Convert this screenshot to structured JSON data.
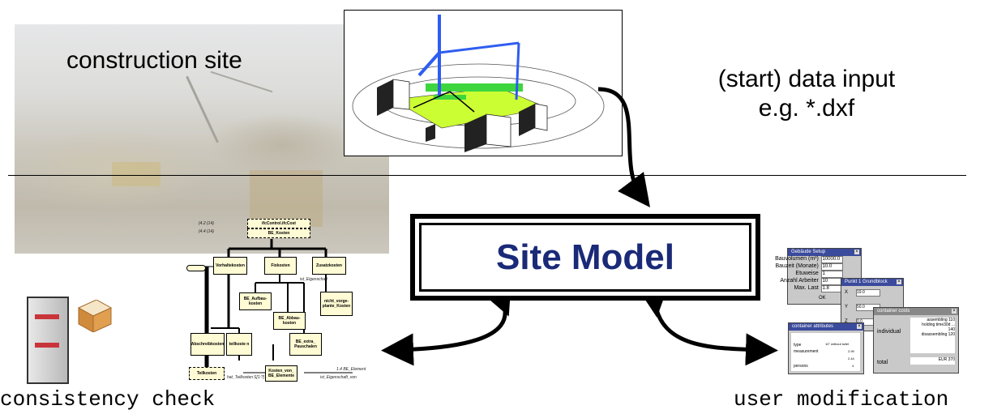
{
  "captions": {
    "construction_site": "construction site",
    "data_input_line1": "(start) data input",
    "data_input_line2": "e.g. *.dxf",
    "site_model": "Site Model",
    "consistency_check": "consistency check",
    "user_modification": "user modification"
  },
  "colors": {
    "site_model_text": "#1a2a78",
    "crane_blue": "#2f5df0",
    "dxf_green": "#3ed63e",
    "dxf_lime": "#ccff33"
  },
  "consistency_diagram": {
    "nodes": {
      "control": "ifcControl.ifcCost",
      "be_kosten": "BE_Kosten",
      "vorhaltekosten": "Vorhaltekosten",
      "fixkosten": "Fixkosten",
      "zusatzkosten": "Zusatzkosten",
      "aufbaukosten": "BE_Aufbau-kosten",
      "abbaukosten": "BE_Abbau-kosten",
      "nicht_vorgeplante": "nicht_vorge-plante_Kosten",
      "abschreibkosten": "Abschreibkosten",
      "teilkosten_small": "teilkoste n",
      "extra_pauschalen": "BE_extra_ Pauschalen",
      "teilkosten": "Teilkosten",
      "kosten_von": "Kosten_von_ BE_Elemente"
    },
    "labels": {
      "ist_eigenschaft": "ist_Eigenschaft",
      "hat_teilkosten": "hat_Teilkosten",
      "s_range": "S[1:?]",
      "be_element": "1.4 BE_Element",
      "ist_eigenschaft_von": "ist_Eigenschaft_von",
      "in1": "(4.2 (14)",
      "in2": "(4.4 (14)"
    }
  },
  "dialogs": {
    "gebaeude": {
      "title": "Gebäude Setup",
      "rows": [
        {
          "label": "Bauvolumen (m³)",
          "value": "10000.0"
        },
        {
          "label": "Bauzeit (Monate)",
          "value": "10.0"
        },
        {
          "label": "Etuweise",
          "value": "1"
        },
        {
          "label": "Anzahl Arbeiter",
          "value": "10"
        },
        {
          "label": "Max. Last",
          "value": "1.8"
        }
      ],
      "ok": "OK"
    },
    "grundblock": {
      "title": "Punkt 1 Grundblock",
      "rows": [
        {
          "label": "X",
          "value": "19.0"
        },
        {
          "label": "Y",
          "value": "50.0"
        },
        {
          "label": "Z",
          "value": "0.0"
        }
      ]
    },
    "attributes": {
      "title": "container attributes",
      "rows": [
        {
          "label": "type",
          "value": "10\" without toilet"
        },
        {
          "label": "measurement",
          "value": "2.99"
        },
        {
          "label": "",
          "value": "2.44"
        },
        {
          "label": "persons",
          "value": "4"
        }
      ]
    },
    "costs": {
      "title": "container costs",
      "individual_label": "individual",
      "items": [
        "assembling 110",
        "holding time30d ...",
        "140",
        "disassembling 120"
      ],
      "total_label": "total",
      "total_value": "EUR 370"
    }
  }
}
